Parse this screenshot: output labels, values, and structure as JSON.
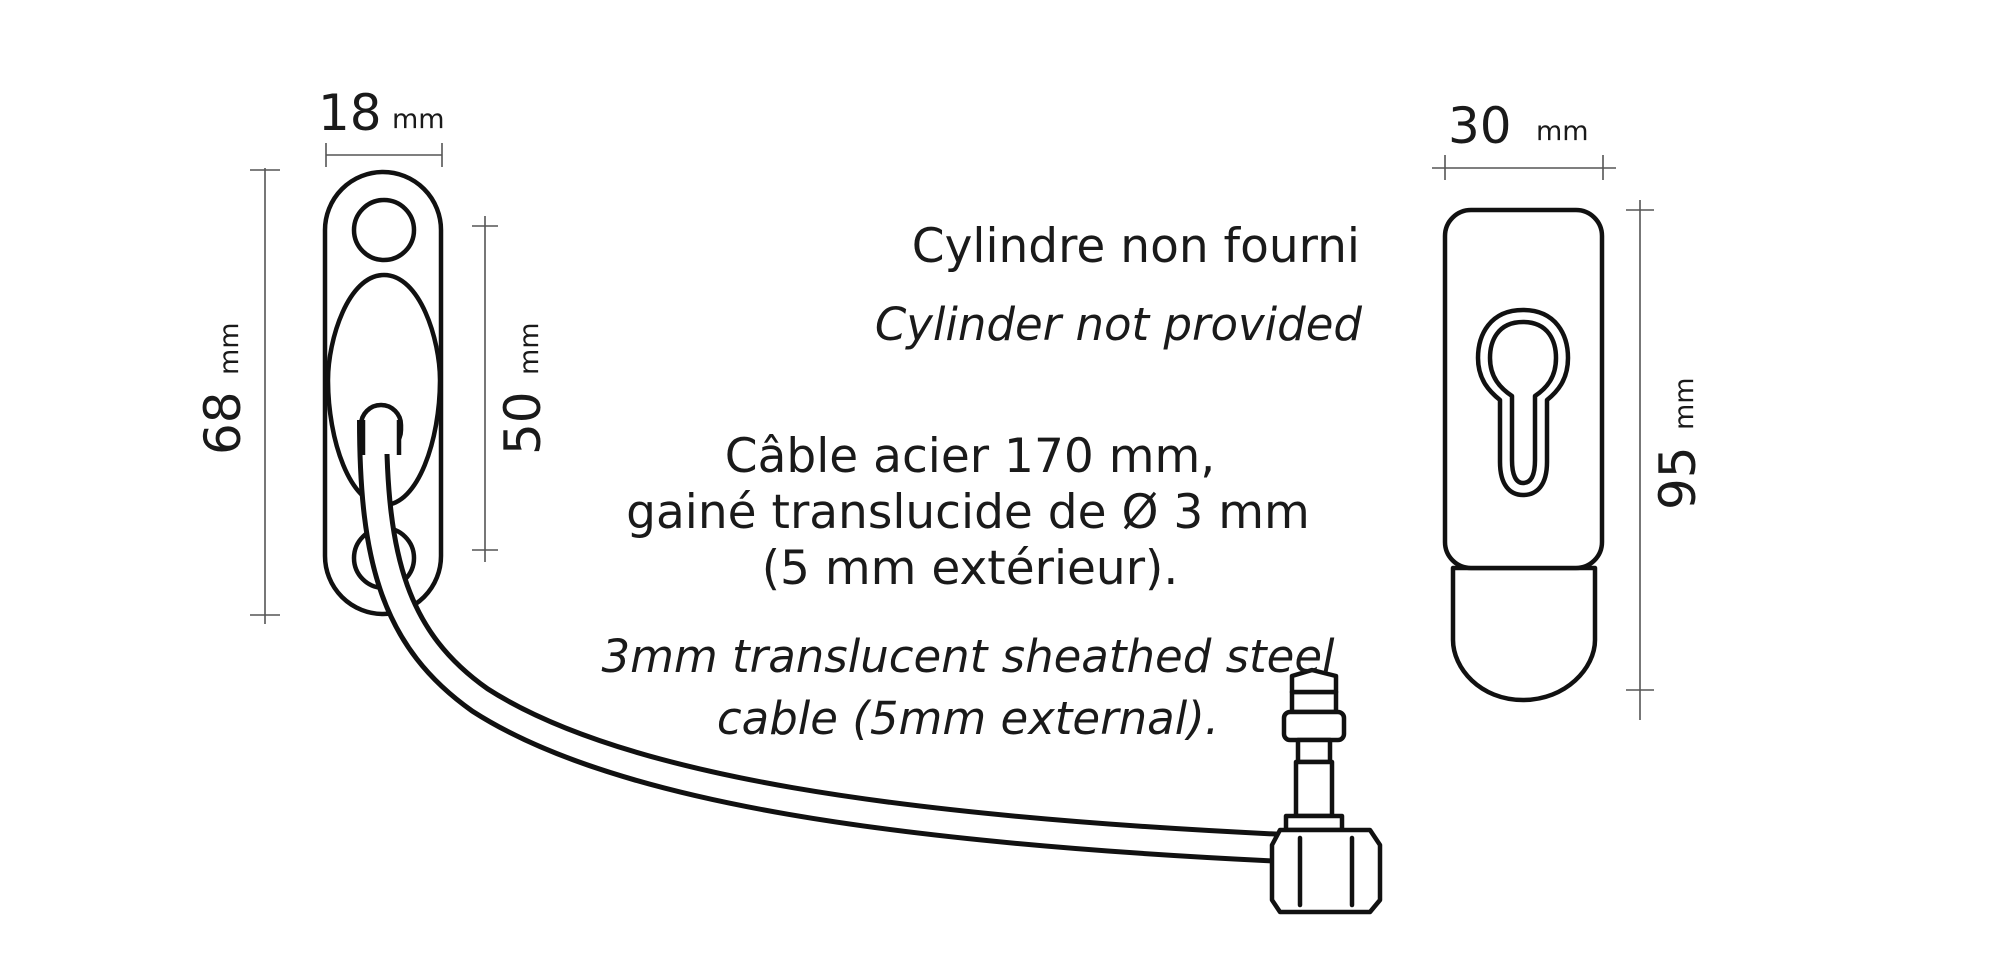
{
  "dimensions": {
    "lock_width": {
      "value": "18",
      "unit": "mm"
    },
    "lock_height": {
      "value": "68",
      "unit": "mm"
    },
    "lock_inner_height": {
      "value": "50",
      "unit": "mm"
    },
    "cylinder_width": {
      "value": "30",
      "unit": "mm"
    },
    "cylinder_height": {
      "value": "95",
      "unit": "mm"
    }
  },
  "notes": {
    "cylinder_fr": "Cylindre non fourni",
    "cylinder_en": "Cylinder not provided",
    "cable_fr_line1": "Câble acier 170 mm,",
    "cable_fr_line2": "gainé translucide de Ø 3 mm",
    "cable_fr_line3": "(5 mm extérieur).",
    "cable_en_line1": "3mm translucent sheathed steel",
    "cable_en_line2": "cable (5mm external)."
  }
}
